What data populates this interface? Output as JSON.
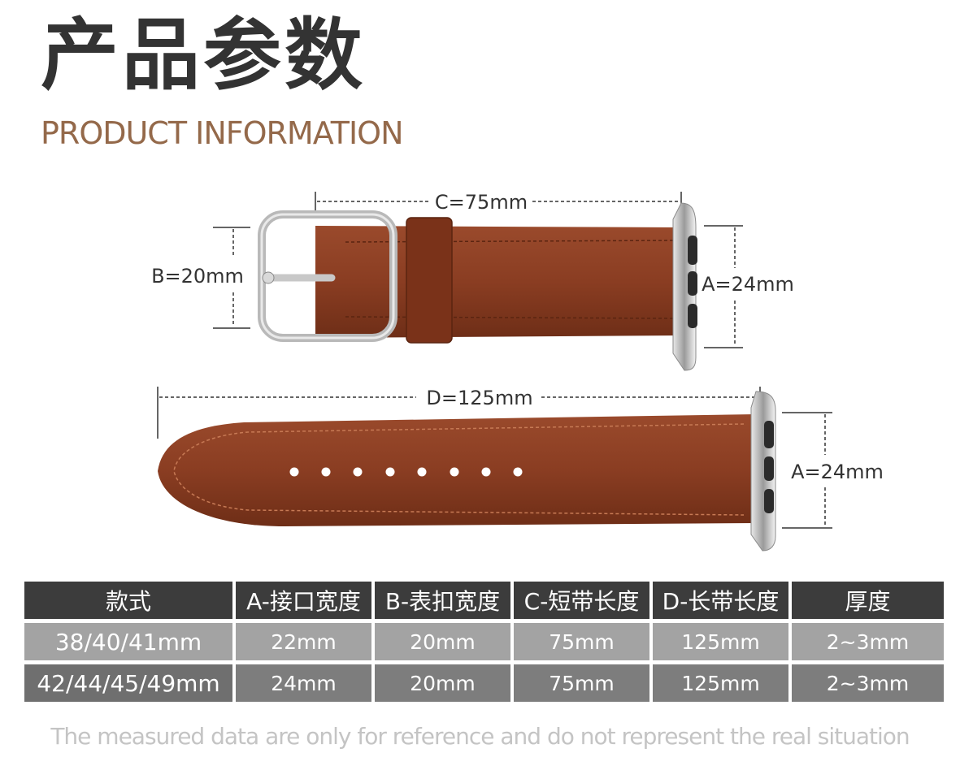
{
  "header": {
    "title_cn": "产品参数",
    "title_en": "PRODUCT INFORMATION"
  },
  "dimensions": {
    "c": "C=75mm",
    "b": "B=20mm",
    "a_short": "A=24mm",
    "d": "D=125mm",
    "a_long": "A=24mm"
  },
  "table": {
    "headers": [
      "款式",
      "A-接口宽度",
      "B-表扣宽度",
      "C-短带长度",
      "D-长带长度",
      "厚度"
    ],
    "rows": [
      [
        "38/40/41mm",
        "22mm",
        "20mm",
        "75mm",
        "125mm",
        "2~3mm"
      ],
      [
        "42/44/45/49mm",
        "24mm",
        "20mm",
        "75mm",
        "125mm",
        "2~3mm"
      ]
    ]
  },
  "footer": {
    "note": "The measured data are only for reference and do not represent the real situation"
  },
  "colors": {
    "strap": "#8a3d22",
    "title": "#333333",
    "subtitle": "#94694a",
    "table_header": "#3c3c3c",
    "table_light": "#a3a3a3",
    "table_dark": "#7d7d7d"
  }
}
